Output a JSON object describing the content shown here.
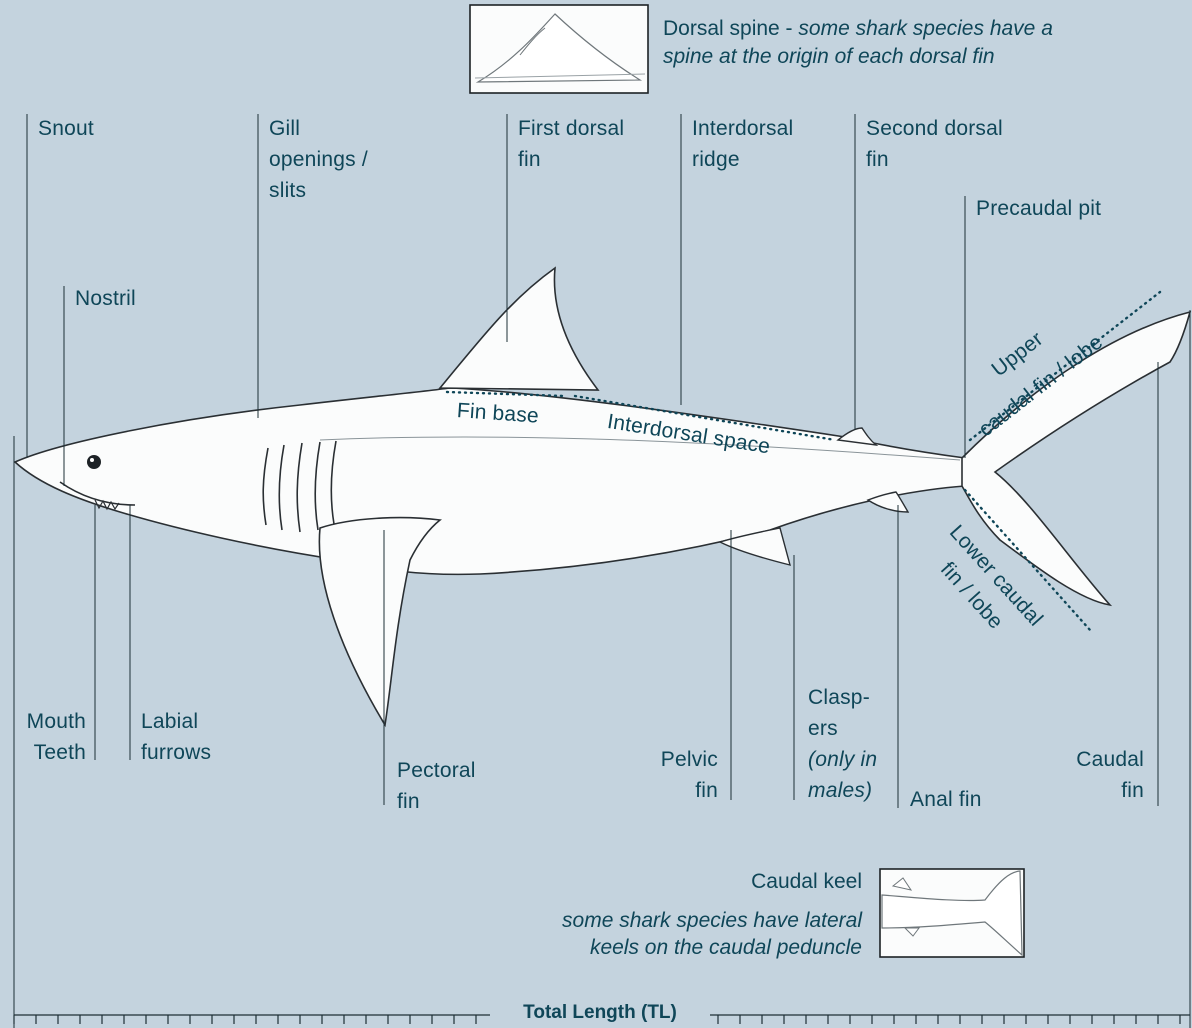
{
  "labels": {
    "snout": "Snout",
    "gill": "Gill\nopenings /\nslits",
    "first_dorsal": "First dorsal\nfin",
    "interdorsal_ridge": "Interdorsal\nridge",
    "second_dorsal": "Second dorsal\nfin",
    "precaudal_pit": "Precaudal pit",
    "nostril": "Nostril",
    "fin_base": "Fin base",
    "interdorsal_space": "Interdorsal space",
    "upper_caudal_1": "Upper",
    "upper_caudal_2": "caudal fin / lobe",
    "lower_caudal_1": "Lower caudal",
    "lower_caudal_2": "fin / lobe",
    "mouth": "Mouth",
    "teeth": "Teeth",
    "labial": "Labial\nfurrows",
    "pectoral": "Pectoral\nfin",
    "pelvic": "Pelvic\nfin",
    "claspers": "Clasp-\ners",
    "claspers_note": "(only in\nmales)",
    "anal": "Anal fin",
    "caudal": "Caudal\nfin"
  },
  "dorsal_spine_note": {
    "title": "Dorsal spine -",
    "description_1": "some shark species have a",
    "description_2": "spine at the origin of each dorsal fin"
  },
  "caudal_keel_note": {
    "title": "Caudal keel",
    "description_1": "some shark species have lateral",
    "description_2": "keels on the caudal peduncle"
  },
  "total_length": "Total Length (TL)",
  "colors": {
    "background": "#c4d3de",
    "text": "#0f4658",
    "shark_fill": "#fbfcfc",
    "outline": "#2a2f33"
  }
}
